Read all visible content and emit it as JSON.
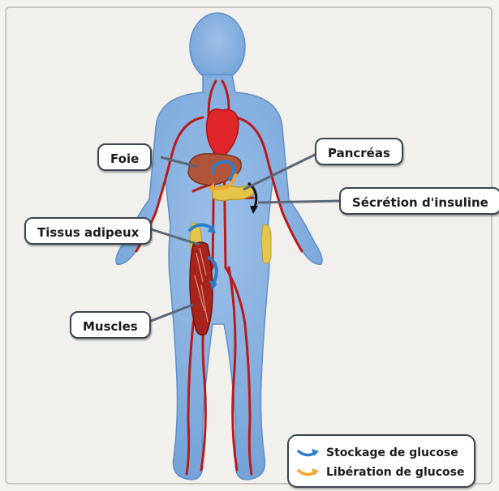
{
  "labels": {
    "foie": "Foie",
    "pancreas": "Pancréas",
    "secretion": "Sécrétion d'insuline",
    "tissus": "Tissus adipeux",
    "muscles": "Muscles"
  },
  "legend": {
    "storage": "Stockage de glucose",
    "release": "Libération de glucose"
  },
  "colors": {
    "body": "#7fa9db",
    "vessel": "#b71c1c",
    "heart": "#e0262a",
    "liver": "#b0553a",
    "pancreas": "#e6c64a",
    "storage_arrow": "#2f7fc8",
    "release_arrow": "#f0a830"
  }
}
